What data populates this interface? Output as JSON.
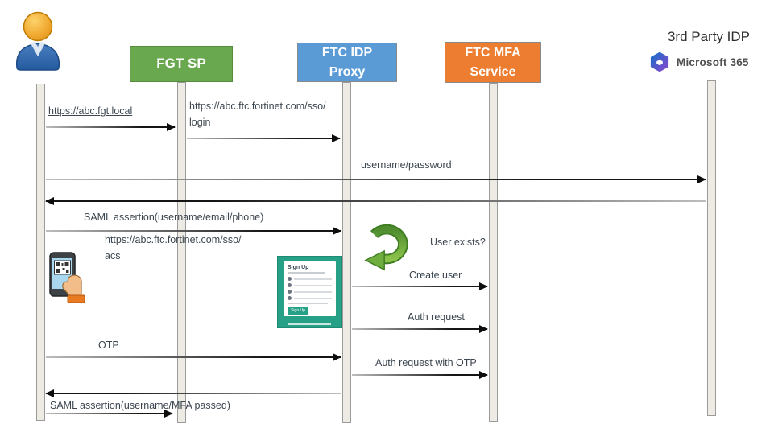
{
  "diagram": {
    "kind": "sequence-diagram",
    "topic": "FortiToken Cloud IDP proxy MFA sign-on flow"
  },
  "actors": {
    "user": {
      "icon": "person-icon"
    },
    "fgt_sp": {
      "label": "FGT SP",
      "color": "#6aa84f"
    },
    "ftc_idp_proxy": {
      "label": "FTC IDP Proxy",
      "color": "#5b9bd5"
    },
    "ftc_mfa_service": {
      "label": "FTC MFA Service",
      "color": "#ed7d31"
    },
    "third_party_idp": {
      "title": "3rd Party IDP",
      "provider": "Microsoft 365",
      "icon": "microsoft-365-logo"
    }
  },
  "messages": {
    "fgt_url": "https://abc.fgt.local",
    "sso_login_l1": "https://abc.ftc.fortinet.com/sso/",
    "sso_login_l2": "login",
    "username_password": "username/password",
    "saml_assertion_request": "SAML assertion(username/email/phone)",
    "sso_acs_l1": "https://abc.ftc.fortinet.com/sso/",
    "sso_acs_l2": "acs",
    "user_exists": "User exists?",
    "create_user": "Create user",
    "auth_request": "Auth request",
    "otp": "OTP",
    "auth_request_with_otp": "Auth request with OTP",
    "saml_assertion_response": "SAML assertion(username/MFA passed)"
  },
  "signup_card": {
    "title": "Sign Up",
    "button_label": "Sign Up"
  },
  "icons": {
    "qr_phone": "phone-qr-code-icon",
    "loop": "retry-loop-arrow-icon"
  },
  "colors": {
    "fgt_green": "#6aa84f",
    "idp_blue": "#5b9bd5",
    "mfa_orange": "#ed7d31",
    "loop_green": "#6fae3e",
    "signup_teal": "#26a086",
    "lifeline_fill": "#edebe4",
    "arrow_dark": "#141414"
  }
}
